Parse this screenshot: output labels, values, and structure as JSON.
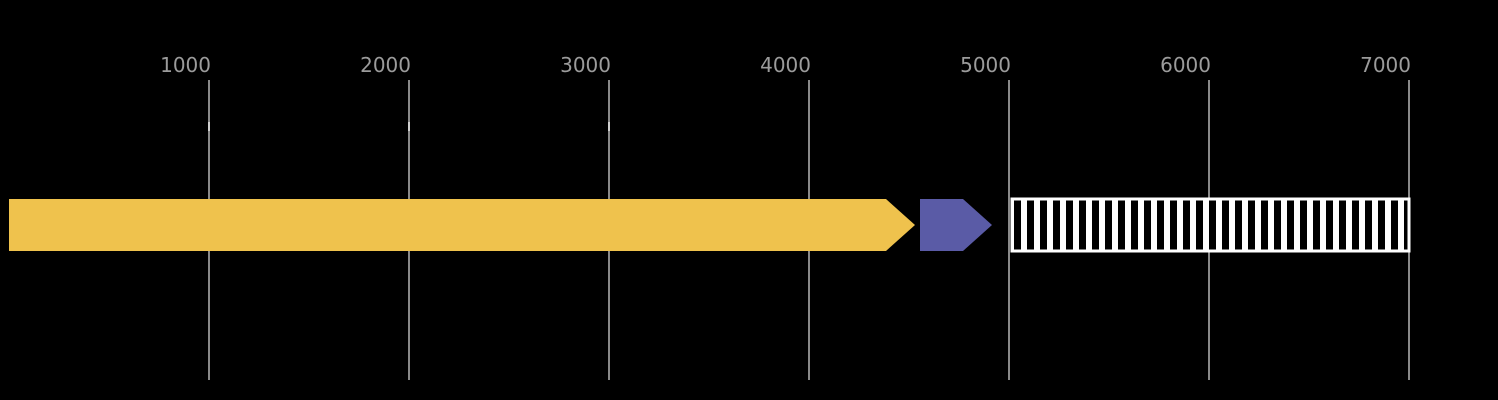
{
  "chart_data": {
    "type": "bar",
    "orientation": "horizontal",
    "title": "",
    "xlabel": "",
    "ylabel": "",
    "axis": {
      "side": "top",
      "min": 0,
      "max": 7400,
      "tick_values": [
        1000,
        2000,
        3000,
        4000,
        5000,
        6000,
        7000
      ],
      "tick_labels": [
        "1000",
        "2000",
        "3000",
        "4000",
        "5000",
        "6000",
        "7000"
      ],
      "gridlines": true,
      "minor_mark_values": [
        1000,
        2000,
        3000
      ]
    },
    "features": [
      {
        "name": "solid-arrow-feature",
        "shape": "arrow",
        "start": 0,
        "end": 4530,
        "fill": "#EFC24D"
      },
      {
        "name": "small-arrow-feature",
        "shape": "arrow",
        "start": 4555,
        "end": 4915,
        "fill": "#5A5BA6"
      },
      {
        "name": "striped-bar-feature",
        "shape": "striped-rect",
        "start": 5015,
        "end": 7000,
        "fill": "#FFFFFF",
        "stripe_color": "#000000",
        "outline": "#FFFFFF"
      }
    ],
    "colors": {
      "background": "#000000",
      "gridline": "#8A8A8A",
      "tick_label": "#9B9B9B",
      "minor_mark": "#CFCFCF"
    }
  }
}
